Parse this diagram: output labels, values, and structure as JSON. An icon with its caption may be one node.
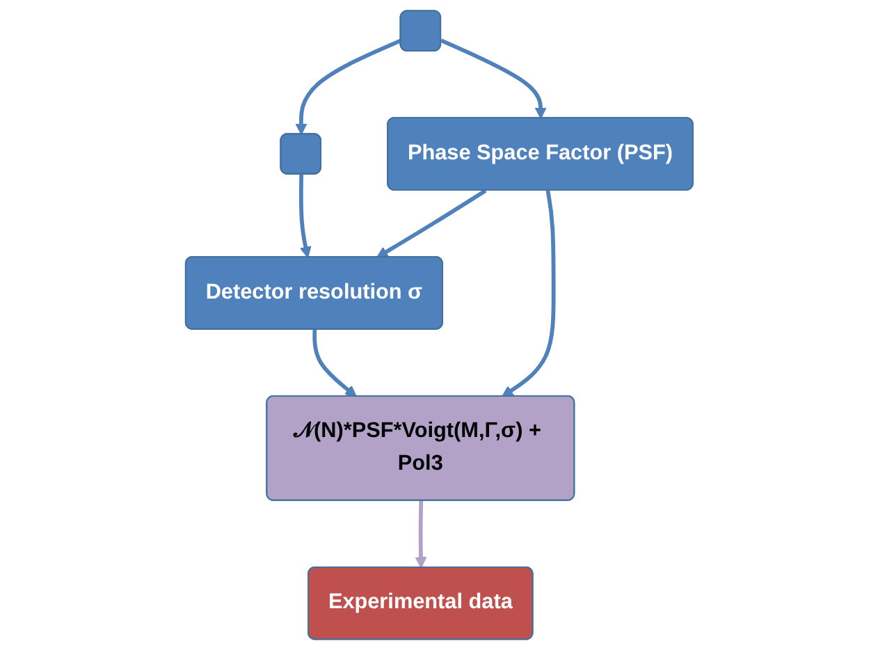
{
  "diagram": {
    "nodes": [
      {
        "text": [],
        "shape": "box"
      },
      {
        "text": [],
        "shape": "box"
      },
      {
        "text": [
          "Phase Space Factor (PSF)"
        ]
      },
      {
        "text": [
          "Detector resolution σ"
        ]
      },
      {
        "text": [
          "𝒩(N)*PSF*Voigt(M,Γ,σ) + Pol3"
        ]
      },
      {
        "text": [
          "Experimental data"
        ]
      }
    ],
    "edges": [
      {
        "from": 0,
        "to": 1,
        "arrow": "to"
      },
      {
        "from": 0,
        "to": 2,
        "arrow": "to"
      },
      {
        "from": 1,
        "to": 3,
        "arrow": "to"
      },
      {
        "from": 2,
        "to": 3,
        "arrow": "to"
      },
      {
        "from": 2,
        "to": 4,
        "arrow": "to"
      },
      {
        "from": 3,
        "to": 4,
        "arrow": "to"
      },
      {
        "from": 4,
        "to": 5,
        "arrow": "to",
        "color": "#b3a2c7"
      }
    ]
  }
}
